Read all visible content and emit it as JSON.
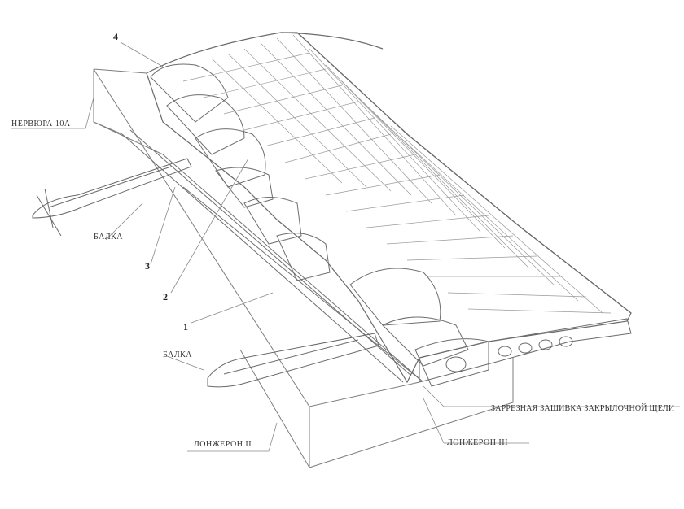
{
  "labels": {
    "nervure": "НЕРВЮРА 10А",
    "balka_upper": "БАЛКА",
    "balka_lower": "БАЛКА",
    "flap_slot": "ЗАРРЕЗНАЯ ЗАШИВКА ЗАКРЫЛОЧНОЙ ЩЕЛИ",
    "spar_2": "ЛОНЖЕРОН II",
    "spar_3": "ЛОНЖЕРОН III"
  },
  "callouts": [
    "1",
    "2",
    "3",
    "4"
  ],
  "line_color": "#7a7a7a",
  "text_color": "#333333"
}
